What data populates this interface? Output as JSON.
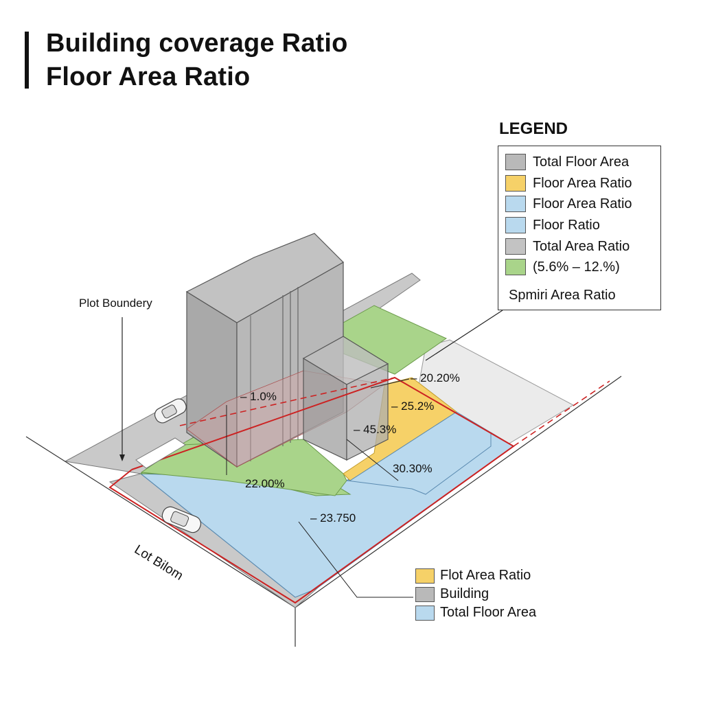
{
  "title": {
    "line1": "Building coverage Ratio",
    "line2": "Floor Area Ratio"
  },
  "labels": {
    "plot_boundary": "Plot Boundery",
    "lot_bottom": "Lot Bilom",
    "pct_1": "– 1.0%",
    "pct_20_20": "– 20.20%",
    "pct_25_2": "– 25.2%",
    "pct_45_3": "– 45.3%",
    "pct_30_30": "30.30%",
    "pct_22_00": "22.00%",
    "pct_23_750": "– 23.750"
  },
  "legend": {
    "title": "LEGEND",
    "items": [
      {
        "label": "Total Floor Area",
        "color": "#b9b9b9"
      },
      {
        "label": "Floor Area Ratio",
        "color": "#f6d168"
      },
      {
        "label": "Floor Area Ratio",
        "color": "#b9d9ee"
      },
      {
        "label": "Floor Ratio",
        "color": "#b9d9ee"
      },
      {
        "label": "Total Area Ratio",
        "color": "#c3c3c3"
      },
      {
        "label": "(5.6% – 12.%)",
        "color": "#a9d48a"
      }
    ],
    "footer": "Spmiri Area Ratio"
  },
  "legend_bottom": {
    "items": [
      {
        "label": "Flot Area Ratio",
        "color": "#f6d168"
      },
      {
        "label": "Building",
        "color": "#b9b9b9"
      },
      {
        "label": "Total Floor Area",
        "color": "#b9d9ee"
      }
    ]
  },
  "colors": {
    "building": "#a9a9a9",
    "green_space": "#a9d48a",
    "yellow_far": "#f6d168",
    "blue_floor": "#b9d9ee",
    "road": "#c9c9c9",
    "plot_boundary": "#cc2222"
  }
}
